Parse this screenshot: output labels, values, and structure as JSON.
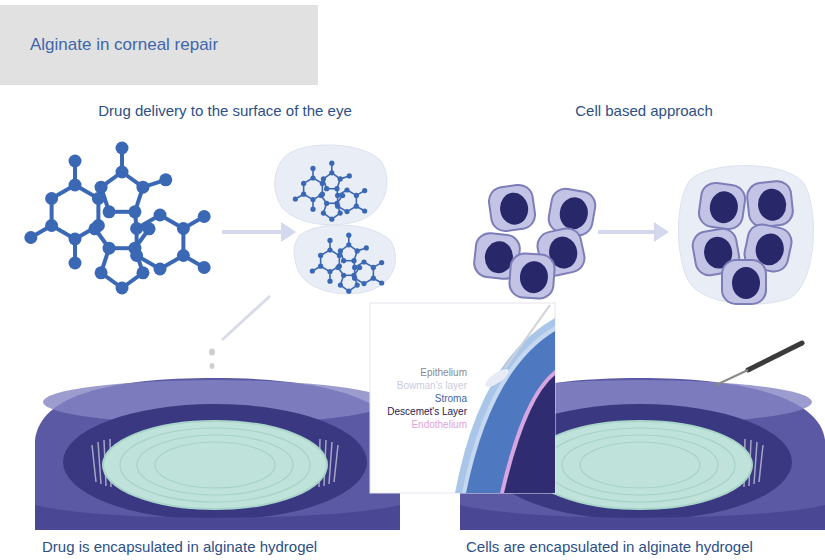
{
  "diagram": {
    "title": "Alginate in corneal repair",
    "nodes": [
      {
        "text": [
          "Epithelium",
          "Bowman's layer",
          "Stroma",
          "Descemet's Layer",
          "Endothelium"
        ]
      }
    ],
    "labels": [
      "Drug delivery to the surface of the eye",
      "Cell based approach",
      "Drug is encapsulated in alginate hydrogel",
      "Cells are encapsulated in alginate hydrogel"
    ]
  }
}
